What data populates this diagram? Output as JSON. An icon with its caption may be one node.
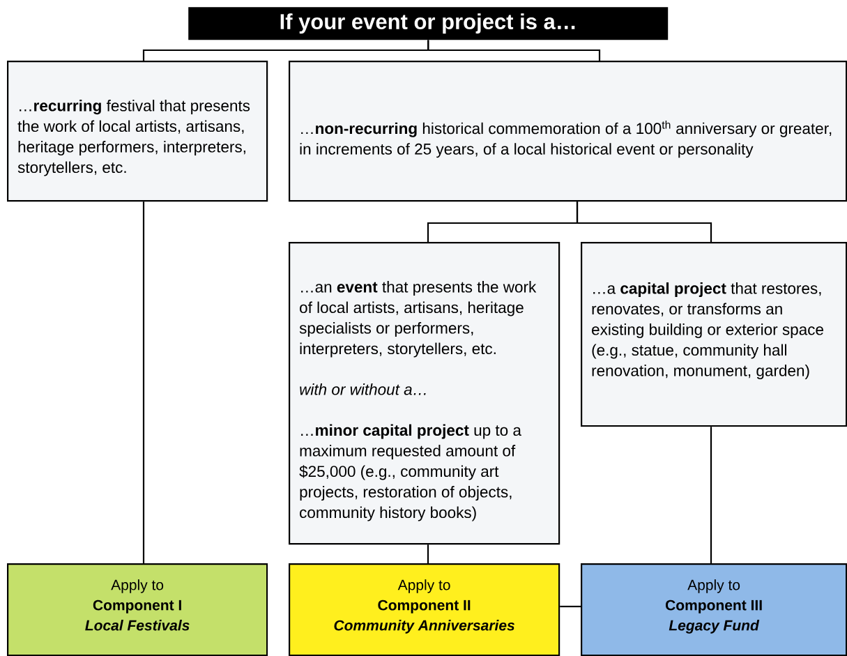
{
  "diagram": {
    "nodes": [
      {
        "text": [
          "If your event or project is a…"
        ]
      },
      {
        "text": [
          "…**recurring** festival that presents the work of local artists, artisans, heritage performers, interpreters, storytellers, etc."
        ]
      },
      {
        "text": [
          "…**non-recurring** historical commemoration of a 100$^{th}$ anniversary or greater, in increments of 25 years, of a local historical event or personality"
        ]
      },
      {
        "text": [
          "…an **event** that presents the work of local artists, artisans, heritage specialists or performers, interpreters, storytellers, etc.",
          "with or without a…",
          "…**minor capital project** up to a maximum requested amount of $25,000 (e.g., community art projects, restoration of objects, community history books)"
        ]
      },
      {
        "text": [
          "…a **capital project** that restores, renovates, or transforms an existing building or exterior space (e.g., statue, community hall renovation, monument, garden)"
        ]
      },
      {
        "text": [
          "Apply to",
          "Component I",
          "Local Festivals"
        ]
      },
      {
        "text": [
          "Apply to",
          "Component II",
          "Community Anniversaries"
        ]
      },
      {
        "text": [
          "Apply to",
          "Component III",
          "Legacy Fund"
        ]
      }
    ],
    "edges": [
      {
        "from": 0,
        "to": 1,
        "arrow": "none"
      },
      {
        "from": 0,
        "to": 2,
        "arrow": "none"
      },
      {
        "from": 1,
        "to": 5,
        "arrow": "none"
      },
      {
        "from": 2,
        "to": 3,
        "arrow": "none"
      },
      {
        "from": 2,
        "to": 4,
        "arrow": "none"
      },
      {
        "from": 3,
        "to": 6,
        "arrow": "none"
      },
      {
        "from": 4,
        "to": 7,
        "arrow": "none"
      },
      {
        "from": 6,
        "to": 7,
        "arrow": "none"
      }
    ]
  }
}
